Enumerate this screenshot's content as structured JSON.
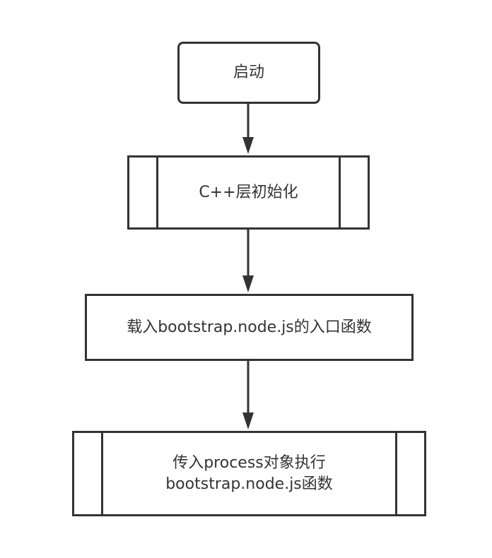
{
  "nodes": [
    {
      "id": "start",
      "label": "启动"
    },
    {
      "id": "cpp-init",
      "label": "C++层初始化"
    },
    {
      "id": "load-entry",
      "label": "载入bootstrap.node.js的入口函数"
    },
    {
      "id": "exec",
      "label_line1": "传入process对象执行",
      "label_line2": "bootstrap.node.js函数"
    }
  ],
  "colors": {
    "stroke": "#333333",
    "text": "#333333",
    "background": "#ffffff"
  }
}
